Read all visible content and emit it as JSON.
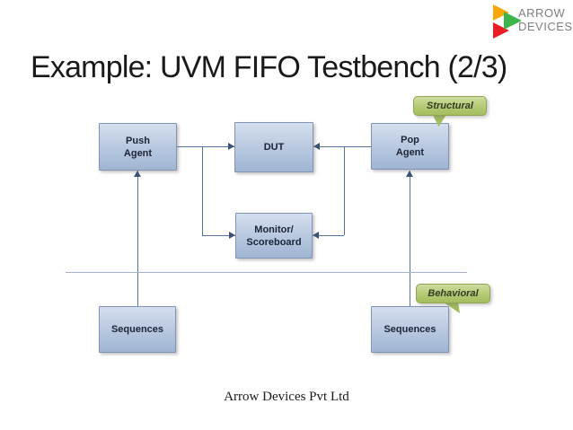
{
  "logo": {
    "line1": "ARROW",
    "line2": "DEVICES",
    "triangle_colors": {
      "top": "#F7A70A",
      "middle": "#3DB54A",
      "bottom": "#EC1C24"
    },
    "text_color": "#7f7f7f"
  },
  "title": "Example: UVM FIFO Testbench (2/3)",
  "diagram": {
    "boxes": [
      {
        "id": "push-agent",
        "line1": "Push",
        "line2": "Agent"
      },
      {
        "id": "dut",
        "line1": "DUT",
        "line2": ""
      },
      {
        "id": "pop-agent",
        "line1": "Pop",
        "line2": "Agent"
      },
      {
        "id": "monitor-scoreboard",
        "line1": "Monitor/",
        "line2": "Scoreboard"
      },
      {
        "id": "sequences-left",
        "line1": "Sequences",
        "line2": ""
      },
      {
        "id": "sequences-right",
        "line1": "Sequences",
        "line2": ""
      }
    ],
    "callouts": [
      {
        "id": "structural",
        "label": "Structural"
      },
      {
        "id": "behavioral",
        "label": "Behavioral"
      }
    ],
    "colors": {
      "box_fill_top": "#d4dfee",
      "box_fill_bottom": "#9fb5d3",
      "box_border": "#8095b6",
      "connector": "#54749e",
      "arrowhead": "#3a5276",
      "divider": "#a3b1c7",
      "callout_fill": "#b5ca74",
      "callout_border": "#8ea554"
    }
  },
  "footer": "Arrow Devices Pvt Ltd"
}
